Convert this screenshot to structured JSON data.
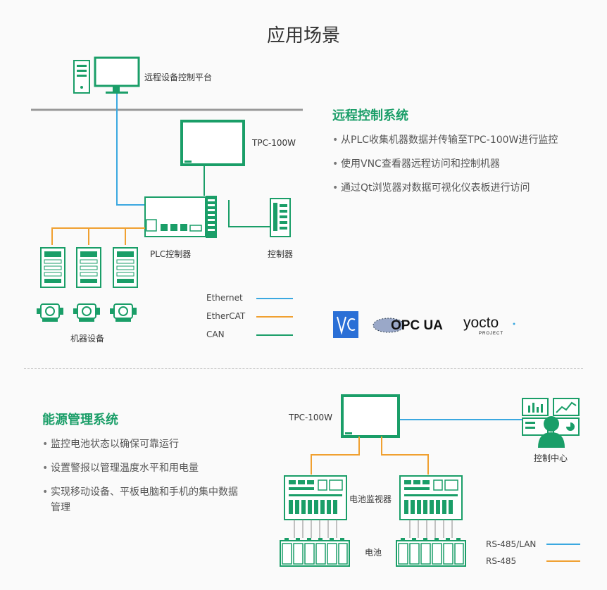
{
  "title": "应用场景",
  "remote": {
    "section_title": "远程控制系统",
    "bullets": [
      "从PLC收集机器数据并传输至TPC-100W进行监控",
      "使用VNC查看器远程访问和控制机器",
      "通过Qt浏览器对数据可视化仪表板进行访问"
    ],
    "labels": {
      "platform": "远程设备控制平台",
      "tpc": "TPC-100W",
      "plc": "PLC控制器",
      "controller": "控制器",
      "machines": "机器设备"
    },
    "legend": [
      {
        "name": "Ethernet",
        "color": "#3ba8e0"
      },
      {
        "name": "EtherCAT",
        "color": "#f0a030"
      },
      {
        "name": "CAN",
        "color": "#1a9e68"
      }
    ],
    "logos": {
      "opcua": "OPC UA",
      "yocto": "yocto",
      "yocto_sub": "PROJECT"
    }
  },
  "energy": {
    "section_title": "能源管理系统",
    "bullets": [
      "监控电池状态以确保可靠运行",
      "设置警报以管理温度水平和用电量",
      "实现移动设备、平板电脑和手机的集中数据管理"
    ],
    "labels": {
      "tpc": "TPC-100W",
      "control_center": "控制中心",
      "battery_monitor": "电池监视器",
      "battery": "电池"
    },
    "legend": [
      {
        "name": "RS-485/LAN",
        "color": "#3ba8e0"
      },
      {
        "name": "RS-485",
        "color": "#f0a030"
      }
    ]
  },
  "colors": {
    "green": "#1a9e68",
    "blue": "#3ba8e0",
    "orange": "#f0a030"
  }
}
